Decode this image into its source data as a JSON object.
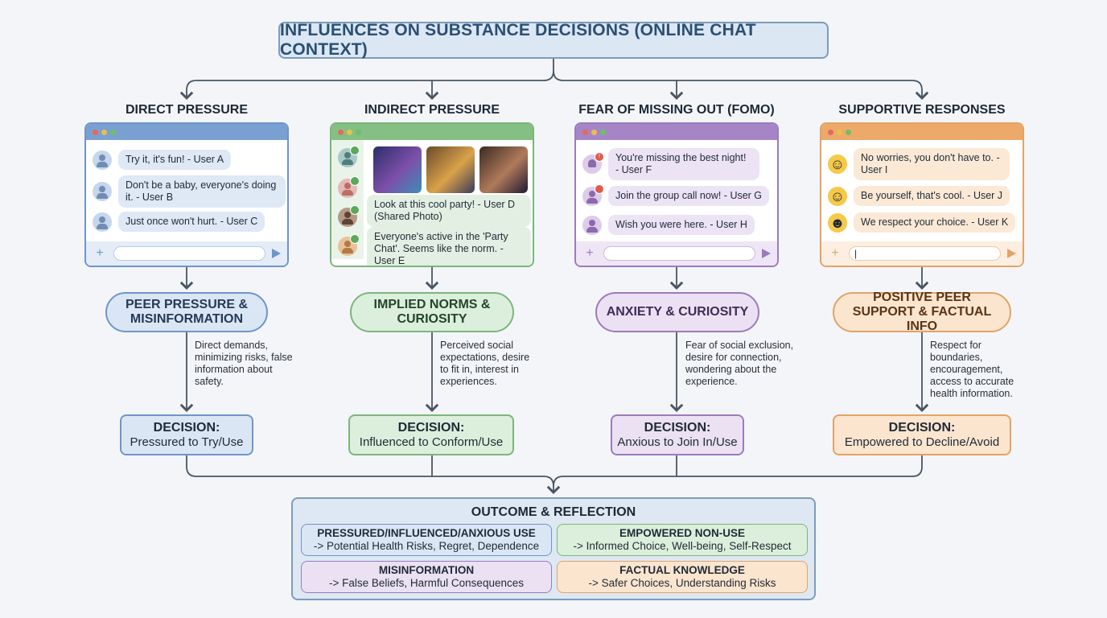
{
  "title": "INFLUENCES ON SUBSTANCE DECISIONS (ONLINE CHAT CONTEXT)",
  "colors": {
    "blue": "#6f95c9",
    "green": "#7cb67a",
    "purple": "#9b7bbd",
    "orange": "#e3a366",
    "connector": "#4a5563"
  },
  "columns": [
    {
      "heading": "DIRECT PRESSURE",
      "messages": [
        "Try it, it's fun! - User A",
        "Don't be a baby, everyone's doing it. - User B",
        "Just once won't hurt. - User C"
      ],
      "pill": "PEER PRESSURE & MISINFORMATION",
      "note": "Direct demands, minimizing risks, false information about safety.",
      "decision_head": "DECISION:",
      "decision_text": "Pressured to Try/Use"
    },
    {
      "heading": "INDIRECT PRESSURE",
      "messages": [
        "Look at this cool party! - User D (Shared Photo)",
        "Everyone's active in the 'Party Chat'. Seems like the norm. - User E"
      ],
      "pill": "IMPLIED NORMS & CURIOSITY",
      "note": "Perceived social expectations, desire to fit in, interest in experiences.",
      "decision_head": "DECISION:",
      "decision_text": "Influenced to Conform/Use"
    },
    {
      "heading": "FEAR OF MISSING OUT (FOMO)",
      "messages": [
        "You're missing the best night! - User F",
        "Join the group call now! - User G",
        "Wish you were here. - User H"
      ],
      "pill": "ANXIETY & CURIOSITY",
      "note": "Fear of social exclusion, desire for connection, wondering about the experience.",
      "decision_head": "DECISION:",
      "decision_text": "Anxious to Join In/Use"
    },
    {
      "heading": "SUPPORTIVE RESPONSES",
      "messages": [
        "No worries, you don't have to. - User I",
        "Be yourself, that's cool. - User J",
        "We respect your choice. - User K"
      ],
      "input_value": "|",
      "pill": "POSITIVE PEER SUPPORT & FACTUAL INFO",
      "note": "Respect for boundaries, encouragement, access to accurate health information.",
      "decision_head": "DECISION:",
      "decision_text": "Empowered to Decline/Avoid"
    }
  ],
  "outcome": {
    "title": "OUTCOME & REFLECTION",
    "cells": [
      {
        "head": "PRESSURED/INFLUENCED/ANXIOUS USE",
        "text": "-> Potential Health Risks, Regret, Dependence"
      },
      {
        "head": "EMPOWERED NON-USE",
        "text": "-> Informed Choice, Well-being, Self-Respect"
      },
      {
        "head": "MISINFORMATION",
        "text": "-> False Beliefs, Harmful Consequences"
      },
      {
        "head": "FACTUAL KNOWLEDGE",
        "text": "-> Safer Choices, Understanding Risks"
      }
    ]
  }
}
